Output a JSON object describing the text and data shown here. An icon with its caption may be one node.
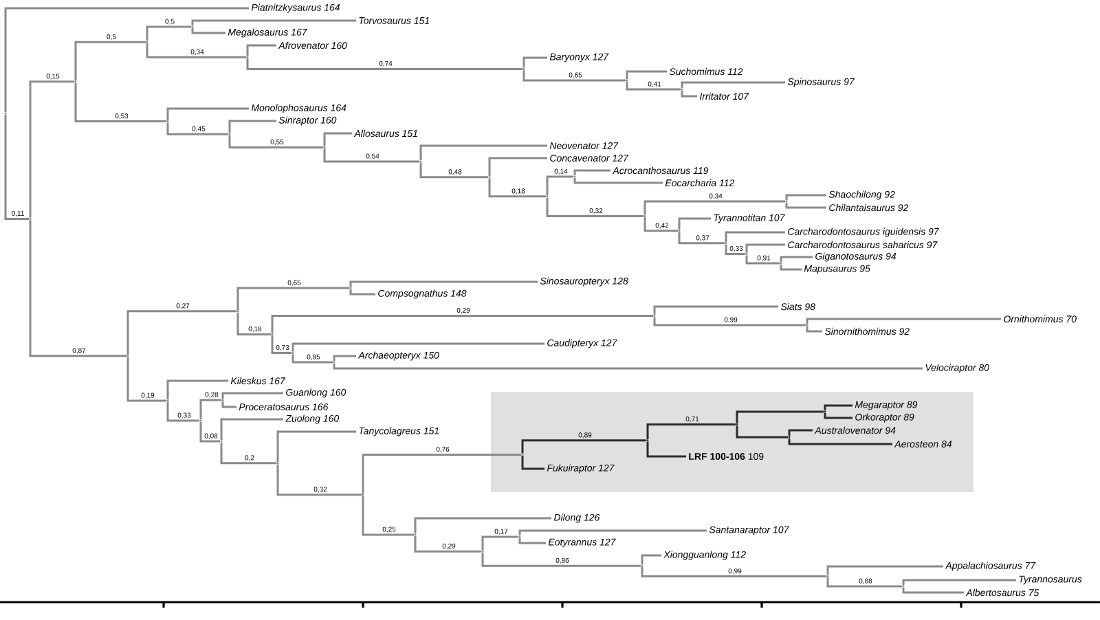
{
  "diagram": {
    "nodes": [
      {
        "text": [],
        "shape": "dot"
      },
      {
        "text": [
          "Piatnitzkysaurus 164"
        ]
      },
      {
        "text": [],
        "shape": "dot"
      },
      {
        "text": [],
        "shape": "dot"
      },
      {
        "text": [],
        "shape": "dot"
      },
      {
        "text": [],
        "shape": "dot"
      },
      {
        "text": [
          "Torvosaurus 151"
        ]
      },
      {
        "text": [
          "Megalosaurus 167"
        ]
      },
      {
        "text": [],
        "shape": "dot"
      },
      {
        "text": [
          "Afrovenator 160"
        ]
      },
      {
        "text": [],
        "shape": "dot"
      },
      {
        "text": [
          "Baryonyx 127"
        ]
      },
      {
        "text": [],
        "shape": "dot"
      },
      {
        "text": [
          "Suchomimus 112"
        ]
      },
      {
        "text": [],
        "shape": "dot"
      },
      {
        "text": [
          "Spinosaurus 97"
        ]
      },
      {
        "text": [
          "Irritator 107"
        ]
      },
      {
        "text": [],
        "shape": "dot"
      },
      {
        "text": [
          "Monolophosaurus 164"
        ]
      },
      {
        "text": [],
        "shape": "dot"
      },
      {
        "text": [
          "Sinraptor 160"
        ]
      },
      {
        "text": [],
        "shape": "dot"
      },
      {
        "text": [
          "Allosaurus 151"
        ]
      },
      {
        "text": [],
        "shape": "dot"
      },
      {
        "text": [
          "Neovenator 127"
        ]
      },
      {
        "text": [],
        "shape": "dot"
      },
      {
        "text": [
          "Concavenator 127"
        ]
      },
      {
        "text": [],
        "shape": "dot"
      },
      {
        "text": [],
        "shape": "dot"
      },
      {
        "text": [
          "Acrocanthosaurus 119"
        ]
      },
      {
        "text": [
          "Eocarcharia 112"
        ]
      },
      {
        "text": [],
        "shape": "dot"
      },
      {
        "text": [],
        "shape": "dot"
      },
      {
        "text": [
          "Shaochilong 92"
        ]
      },
      {
        "text": [
          "Chilantaisaurus 92"
        ]
      },
      {
        "text": [],
        "shape": "dot"
      },
      {
        "text": [
          "Tyrannotitan 107"
        ]
      },
      {
        "text": [],
        "shape": "dot"
      },
      {
        "text": [
          "Carcharodontosaurus iguidensis 97"
        ]
      },
      {
        "text": [],
        "shape": "dot"
      },
      {
        "text": [
          "Carcharodontosaurus saharicus 97"
        ]
      },
      {
        "text": [],
        "shape": "dot"
      },
      {
        "text": [
          "Giganotosaurus 94"
        ]
      },
      {
        "text": [
          "Mapusaurus 95"
        ]
      },
      {
        "text": [],
        "shape": "dot"
      },
      {
        "text": [],
        "shape": "dot"
      },
      {
        "text": [],
        "shape": "dot"
      },
      {
        "text": [
          "Sinosauropteryx 128"
        ]
      },
      {
        "text": [
          "Compsognathus 148"
        ]
      },
      {
        "text": [],
        "shape": "dot"
      },
      {
        "text": [],
        "shape": "dot"
      },
      {
        "text": [
          "Siats 98"
        ]
      },
      {
        "text": [],
        "shape": "dot"
      },
      {
        "text": [
          "Ornithomimus 70"
        ]
      },
      {
        "text": [
          "Sinornithomimus 92"
        ]
      },
      {
        "text": [],
        "shape": "dot"
      },
      {
        "text": [
          "Caudipteryx 127"
        ]
      },
      {
        "text": [],
        "shape": "dot"
      },
      {
        "text": [
          "Archaeopteryx 150"
        ]
      },
      {
        "text": [
          "Velociraptor 80"
        ]
      },
      {
        "text": [],
        "shape": "dot"
      },
      {
        "text": [
          "Kileskus 167"
        ]
      },
      {
        "text": [],
        "shape": "dot"
      },
      {
        "text": [],
        "shape": "dot"
      },
      {
        "text": [
          "Guanlong 160"
        ]
      },
      {
        "text": [
          "Proceratosaurus 166"
        ]
      },
      {
        "text": [],
        "shape": "dot"
      },
      {
        "text": [
          "Zuolong 160"
        ]
      },
      {
        "text": [],
        "shape": "dot"
      },
      {
        "text": [
          "Tanycolagreus 151"
        ]
      },
      {
        "text": [],
        "shape": "dot"
      },
      {
        "text": [],
        "shape": "dot"
      },
      {
        "text": [],
        "shape": "dot"
      },
      {
        "text": [],
        "shape": "dot"
      },
      {
        "text": [],
        "shape": "dot"
      },
      {
        "text": [
          "Megaraptor 89"
        ]
      },
      {
        "text": [
          "Orkoraptor 89"
        ]
      },
      {
        "text": [],
        "shape": "dot"
      },
      {
        "text": [
          "Australovenator 94"
        ]
      },
      {
        "text": [
          "Aerosteon 84"
        ]
      },
      {
        "text": [
          "**LRF 100-106** 109"
        ]
      },
      {
        "text": [
          "Fukuiraptor 127"
        ]
      },
      {
        "text": [],
        "shape": "dot"
      },
      {
        "text": [
          "Dilong 126"
        ]
      },
      {
        "text": [],
        "shape": "dot"
      },
      {
        "text": [],
        "shape": "dot"
      },
      {
        "text": [
          "Santanaraptor 107"
        ]
      },
      {
        "text": [
          "Eotyrannus 127"
        ]
      },
      {
        "text": [],
        "shape": "dot"
      },
      {
        "text": [
          "Xiongguanlong 112"
        ]
      },
      {
        "text": [],
        "shape": "dot"
      },
      {
        "text": [
          "Appalachiosaurus 77"
        ]
      },
      {
        "text": [],
        "shape": "dot"
      },
      {
        "text": [
          "Tyrannosaurus"
        ]
      },
      {
        "text": [
          "Albertosaurus 75"
        ]
      }
    ],
    "edges": [
      {
        "from": 0,
        "to": 1,
        "arrow": "none"
      },
      {
        "from": 0,
        "to": 2,
        "arrow": "none",
        "label": "0,11"
      },
      {
        "from": 2,
        "to": 3,
        "arrow": "none",
        "label": "0,15"
      },
      {
        "from": 2,
        "to": 44,
        "arrow": "none",
        "label": "0,87"
      },
      {
        "from": 3,
        "to": 4,
        "arrow": "none",
        "label": "0,5"
      },
      {
        "from": 3,
        "to": 17,
        "arrow": "none",
        "label": "0,53"
      },
      {
        "from": 4,
        "to": 5,
        "arrow": "none",
        "label": "0,5"
      },
      {
        "from": 4,
        "to": 8,
        "arrow": "none",
        "label": "0,34"
      },
      {
        "from": 5,
        "to": 6,
        "arrow": "none"
      },
      {
        "from": 5,
        "to": 7,
        "arrow": "none"
      },
      {
        "from": 8,
        "to": 9,
        "arrow": "none"
      },
      {
        "from": 8,
        "to": 10,
        "arrow": "none",
        "label": "0,74"
      },
      {
        "from": 10,
        "to": 11,
        "arrow": "none"
      },
      {
        "from": 10,
        "to": 12,
        "arrow": "none",
        "label": "0,65"
      },
      {
        "from": 12,
        "to": 13,
        "arrow": "none"
      },
      {
        "from": 12,
        "to": 14,
        "arrow": "none",
        "label": "0,41"
      },
      {
        "from": 14,
        "to": 15,
        "arrow": "none"
      },
      {
        "from": 14,
        "to": 16,
        "arrow": "none"
      },
      {
        "from": 17,
        "to": 18,
        "arrow": "none"
      },
      {
        "from": 17,
        "to": 19,
        "arrow": "none",
        "label": "0,45"
      },
      {
        "from": 19,
        "to": 20,
        "arrow": "none"
      },
      {
        "from": 19,
        "to": 21,
        "arrow": "none",
        "label": "0,55"
      },
      {
        "from": 21,
        "to": 22,
        "arrow": "none"
      },
      {
        "from": 21,
        "to": 23,
        "arrow": "none",
        "label": "0,54"
      },
      {
        "from": 23,
        "to": 24,
        "arrow": "none"
      },
      {
        "from": 23,
        "to": 25,
        "arrow": "none",
        "label": "0,48"
      },
      {
        "from": 25,
        "to": 26,
        "arrow": "none"
      },
      {
        "from": 25,
        "to": 27,
        "arrow": "none",
        "label": "0,18"
      },
      {
        "from": 27,
        "to": 28,
        "arrow": "none",
        "label": "0,14"
      },
      {
        "from": 27,
        "to": 31,
        "arrow": "none",
        "label": "0,32"
      },
      {
        "from": 28,
        "to": 29,
        "arrow": "none"
      },
      {
        "from": 28,
        "to": 30,
        "arrow": "none"
      },
      {
        "from": 31,
        "to": 32,
        "arrow": "none",
        "label": "0,34"
      },
      {
        "from": 31,
        "to": 35,
        "arrow": "none",
        "label": "0,42"
      },
      {
        "from": 32,
        "to": 33,
        "arrow": "none"
      },
      {
        "from": 32,
        "to": 34,
        "arrow": "none"
      },
      {
        "from": 35,
        "to": 36,
        "arrow": "none"
      },
      {
        "from": 35,
        "to": 37,
        "arrow": "none",
        "label": "0,37"
      },
      {
        "from": 37,
        "to": 38,
        "arrow": "none"
      },
      {
        "from": 37,
        "to": 39,
        "arrow": "none",
        "label": "0,33"
      },
      {
        "from": 39,
        "to": 40,
        "arrow": "none"
      },
      {
        "from": 39,
        "to": 41,
        "arrow": "none",
        "label": "0,91"
      },
      {
        "from": 41,
        "to": 42,
        "arrow": "none"
      },
      {
        "from": 41,
        "to": 43,
        "arrow": "none"
      },
      {
        "from": 44,
        "to": 45,
        "arrow": "none",
        "label": "0,27"
      },
      {
        "from": 44,
        "to": 60,
        "arrow": "none",
        "label": "0,19"
      },
      {
        "from": 45,
        "to": 46,
        "arrow": "none",
        "label": "0,65"
      },
      {
        "from": 45,
        "to": 49,
        "arrow": "none",
        "label": "0,18"
      },
      {
        "from": 46,
        "to": 47,
        "arrow": "none"
      },
      {
        "from": 46,
        "to": 48,
        "arrow": "none"
      },
      {
        "from": 49,
        "to": 50,
        "arrow": "none",
        "label": "0,29"
      },
      {
        "from": 49,
        "to": 55,
        "arrow": "none",
        "label": "0,73"
      },
      {
        "from": 50,
        "to": 51,
        "arrow": "none"
      },
      {
        "from": 50,
        "to": 52,
        "arrow": "none",
        "label": "0,99"
      },
      {
        "from": 52,
        "to": 53,
        "arrow": "none"
      },
      {
        "from": 52,
        "to": 54,
        "arrow": "none"
      },
      {
        "from": 55,
        "to": 56,
        "arrow": "none"
      },
      {
        "from": 55,
        "to": 57,
        "arrow": "none",
        "label": "0,95"
      },
      {
        "from": 57,
        "to": 58,
        "arrow": "none"
      },
      {
        "from": 57,
        "to": 59,
        "arrow": "none"
      },
      {
        "from": 60,
        "to": 61,
        "arrow": "none"
      },
      {
        "from": 60,
        "to": 62,
        "arrow": "none",
        "label": "0,33"
      },
      {
        "from": 62,
        "to": 63,
        "arrow": "none",
        "label": "0,28"
      },
      {
        "from": 62,
        "to": 66,
        "arrow": "none",
        "label": "0,08"
      },
      {
        "from": 63,
        "to": 64,
        "arrow": "none"
      },
      {
        "from": 63,
        "to": 65,
        "arrow": "none"
      },
      {
        "from": 66,
        "to": 67,
        "arrow": "none"
      },
      {
        "from": 66,
        "to": 68,
        "arrow": "none",
        "label": "0,2"
      },
      {
        "from": 68,
        "to": 69,
        "arrow": "none"
      },
      {
        "from": 68,
        "to": 70,
        "arrow": "none",
        "label": "0,32"
      },
      {
        "from": 70,
        "to": 71,
        "arrow": "none",
        "label": "0,76"
      },
      {
        "from": 70,
        "to": 82,
        "arrow": "none",
        "label": "0,25"
      },
      {
        "from": 71,
        "to": 72,
        "arrow": "none",
        "label": "0,89",
        "color": "#2b2b2b"
      },
      {
        "from": 71,
        "to": 81,
        "arrow": "none",
        "color": "#2b2b2b"
      },
      {
        "from": 72,
        "to": 73,
        "arrow": "none",
        "label": "0,71",
        "color": "#2b2b2b"
      },
      {
        "from": 72,
        "to": 80,
        "arrow": "none",
        "color": "#2b2b2b"
      },
      {
        "from": 73,
        "to": 74,
        "arrow": "none",
        "color": "#2b2b2b"
      },
      {
        "from": 73,
        "to": 77,
        "arrow": "none",
        "color": "#2b2b2b"
      },
      {
        "from": 74,
        "to": 75,
        "arrow": "none",
        "color": "#2b2b2b"
      },
      {
        "from": 74,
        "to": 76,
        "arrow": "none",
        "color": "#2b2b2b"
      },
      {
        "from": 77,
        "to": 78,
        "arrow": "none",
        "color": "#2b2b2b"
      },
      {
        "from": 77,
        "to": 79,
        "arrow": "none",
        "color": "#2b2b2b"
      },
      {
        "from": 82,
        "to": 83,
        "arrow": "none"
      },
      {
        "from": 82,
        "to": 84,
        "arrow": "none",
        "label": "0,29"
      },
      {
        "from": 84,
        "to": 85,
        "arrow": "none",
        "label": "0,17"
      },
      {
        "from": 84,
        "to": 88,
        "arrow": "none",
        "label": "0,86"
      },
      {
        "from": 85,
        "to": 86,
        "arrow": "none"
      },
      {
        "from": 85,
        "to": 87,
        "arrow": "none"
      },
      {
        "from": 88,
        "to": 89,
        "arrow": "none"
      },
      {
        "from": 88,
        "to": 90,
        "arrow": "none",
        "label": "0,99"
      },
      {
        "from": 90,
        "to": 91,
        "arrow": "none"
      },
      {
        "from": 90,
        "to": 92,
        "arrow": "none",
        "label": "0,88"
      },
      {
        "from": 92,
        "to": 93,
        "arrow": "none"
      },
      {
        "from": 92,
        "to": 94,
        "arrow": "none"
      }
    ]
  }
}
